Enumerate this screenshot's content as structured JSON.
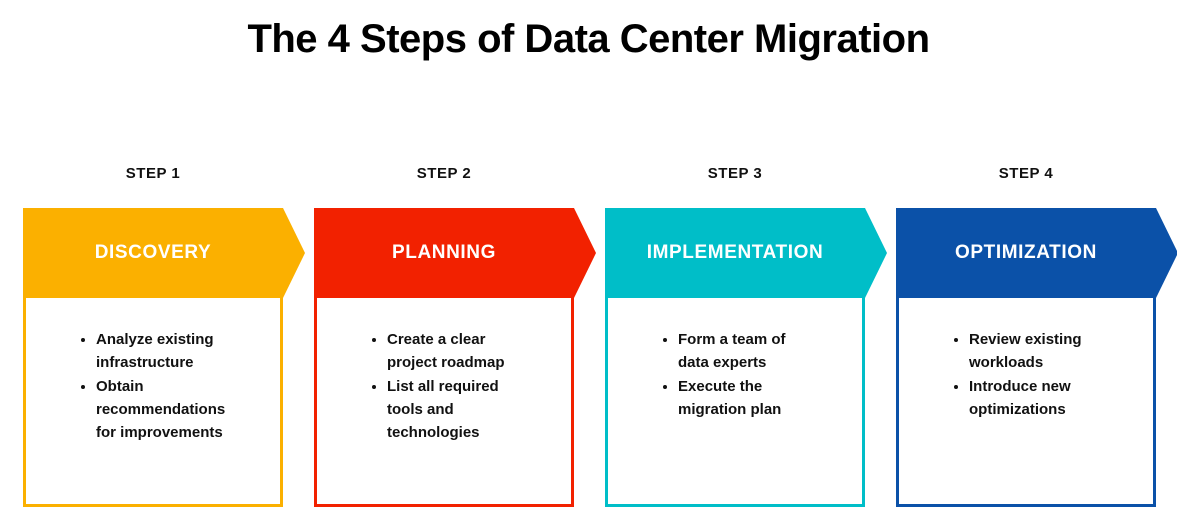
{
  "title": "The 4 Steps of Data Center Migration",
  "steps": [
    {
      "step_label": "STEP 1",
      "name": "DISCOVERY",
      "color": "#FBB000",
      "bullets": [
        "Analyze existing\ninfrastructure",
        "Obtain\nrecommendations\nfor improvements"
      ]
    },
    {
      "step_label": "STEP 2",
      "name": "PLANNING",
      "color": "#F22100",
      "bullets": [
        "Create a clear\nproject roadmap",
        "List all required\ntools and\ntechnologies"
      ]
    },
    {
      "step_label": "STEP 3",
      "name": "IMPLEMENTATION",
      "color": "#00BEC8",
      "bullets": [
        "Form a team of\ndata experts",
        "Execute the\nmigration plan"
      ]
    },
    {
      "step_label": "STEP 4",
      "name": "OPTIMIZATION",
      "color": "#0B51A8",
      "bullets": [
        "Review existing\nworkloads",
        "Introduce new\noptimizations"
      ]
    }
  ]
}
